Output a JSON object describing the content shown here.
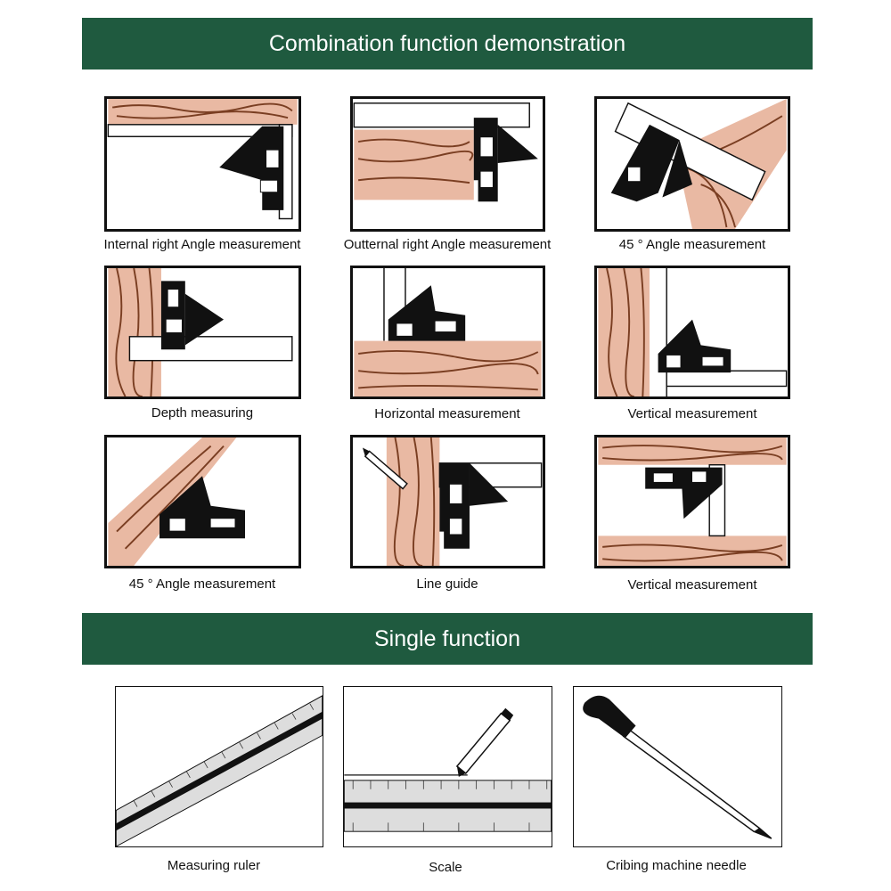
{
  "headers": {
    "combination": "Combination function demonstration",
    "single": "Single function"
  },
  "combination_items": [
    {
      "caption": "Internal right Angle measurement",
      "icon": "internal-right-angle-illustration"
    },
    {
      "caption": "Outternal right Angle measurement",
      "icon": "external-right-angle-illustration"
    },
    {
      "caption": "45 ° Angle measurement",
      "icon": "45-degree-angle-illustration"
    },
    {
      "caption": "Depth measuring",
      "icon": "depth-measuring-illustration"
    },
    {
      "caption": "Horizontal measurement",
      "icon": "horizontal-measurement-illustration"
    },
    {
      "caption": "Vertical measurement",
      "icon": "vertical-measurement-illustration"
    },
    {
      "caption": "45 ° Angle measurement",
      "icon": "45-degree-angle-illustration"
    },
    {
      "caption": "Line guide",
      "icon": "line-guide-illustration"
    },
    {
      "caption": "Vertical measurement",
      "icon": "vertical-measurement-illustration"
    }
  ],
  "single_items": [
    {
      "caption": "Measuring ruler",
      "icon": "measuring-ruler-illustration"
    },
    {
      "caption": "Scale",
      "icon": "scale-illustration"
    },
    {
      "caption": "Cribing machine needle",
      "icon": "scribing-needle-illustration"
    }
  ],
  "colors": {
    "banner": "#1f5a3f",
    "wood": "#e9b9a3",
    "grain": "#7a3e22"
  }
}
